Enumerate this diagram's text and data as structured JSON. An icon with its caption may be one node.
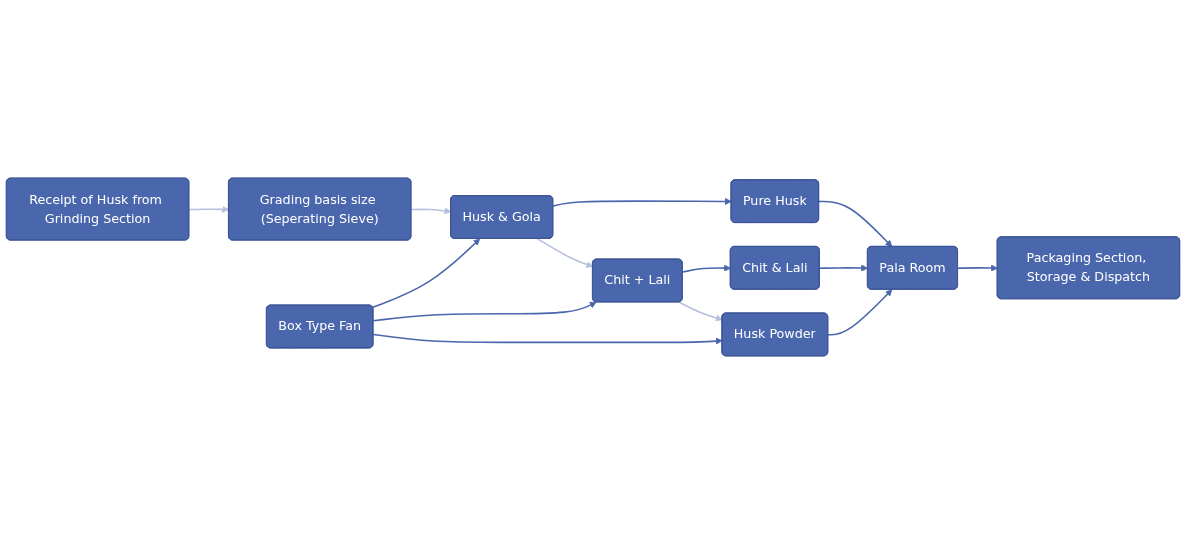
{
  "diagram": {
    "nodes": [
      {
        "text": [
          "Receipt of Husk from Grinding Section"
        ]
      },
      {
        "text": [
          "Grading basis size (Seperating Sieve)"
        ]
      },
      {
        "text": [
          "Box Type Fan"
        ]
      },
      {
        "text": [
          "Husk & Gola"
        ]
      },
      {
        "text": [
          "Chit + Lali"
        ]
      },
      {
        "text": [
          "Husk Powder"
        ]
      },
      {
        "text": [
          "Pure Husk"
        ]
      },
      {
        "text": [
          "Chit & Lali"
        ]
      },
      {
        "text": [
          "Pala Room"
        ]
      },
      {
        "text": [
          "Packaging Section, Storage & Dispatch"
        ]
      }
    ],
    "edges": [
      {
        "from": 0,
        "to": 1,
        "arrow": "to",
        "color": "#b4c0dc"
      },
      {
        "from": 1,
        "to": 3,
        "arrow": "to",
        "color": "#b4c0dc"
      },
      {
        "from": 3,
        "to": 4,
        "arrow": "to",
        "color": "#b4c0dc"
      },
      {
        "from": 4,
        "to": 5,
        "arrow": "to",
        "color": "#b4c0dc"
      },
      {
        "from": 2,
        "to": 3,
        "arrow": "to"
      },
      {
        "from": 2,
        "to": 4,
        "arrow": "to"
      },
      {
        "from": 2,
        "to": 5,
        "arrow": "to"
      },
      {
        "from": 3,
        "to": 6,
        "arrow": "to"
      },
      {
        "from": 4,
        "to": 7,
        "arrow": "to"
      },
      {
        "from": 6,
        "to": 8,
        "arrow": "to"
      },
      {
        "from": 7,
        "to": 8,
        "arrow": "to"
      },
      {
        "from": 5,
        "to": 8,
        "arrow": "to"
      },
      {
        "from": 8,
        "to": 9,
        "arrow": "to"
      }
    ]
  }
}
